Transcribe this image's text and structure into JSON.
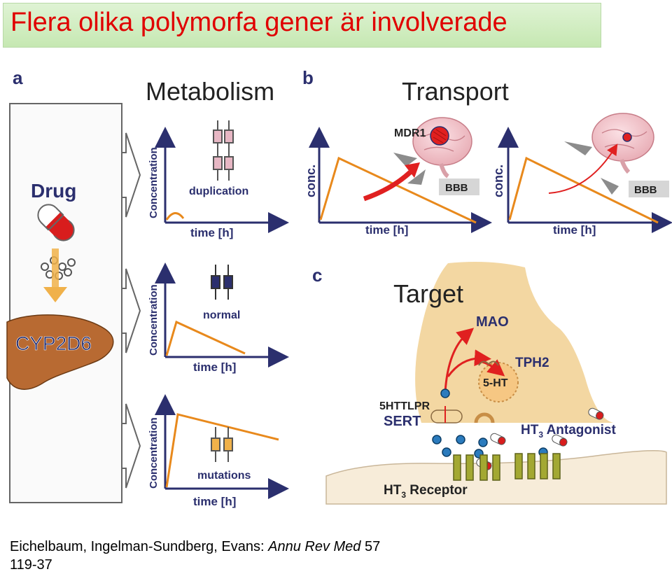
{
  "title": "Flera olika polymorfa gener är involverade",
  "panels": {
    "a_letter": "a",
    "b_letter": "b",
    "c_letter": "c",
    "metabolism": "Metabolism",
    "transport": "Transport",
    "target": "Target"
  },
  "metabolism_panel": {
    "drug": "Drug",
    "enzyme": "CYP2D6",
    "y_axis": "Concentration",
    "x_axis": "time [h]",
    "rows": [
      {
        "label": "duplication"
      },
      {
        "label": "normal"
      },
      {
        "label": "mutations"
      }
    ]
  },
  "transport_panel": {
    "mdr": "MDR1",
    "y_axis": "conc.",
    "x_axis": "time [h]",
    "bbb": "BBB"
  },
  "target_panel": {
    "mao": "MAO",
    "tph2": "TPH2",
    "five_ht": "5-HT",
    "httlpr": "5HTTLPR",
    "sert": "SERT",
    "ht3_antagonist_pre": "HT",
    "ht3_antagonist_sub": "3",
    "ht3_antagonist_post": " Antagonist",
    "ht3_receptor_pre": "HT",
    "ht3_receptor_sub": "3",
    "ht3_receptor_post": " Receptor"
  },
  "citation": {
    "authors": "Eichelbaum, Ingelman-Sundberg, Evans: ",
    "journal": "Annu Rev Med",
    "volume": " 57",
    "pages": "119-37"
  },
  "colors": {
    "title": "#e00000",
    "curve": "#e8891c",
    "axis": "#2b2f6e",
    "liver": "#b86a32",
    "arrow_red": "#e02020",
    "cell": "#f3d7a2"
  }
}
